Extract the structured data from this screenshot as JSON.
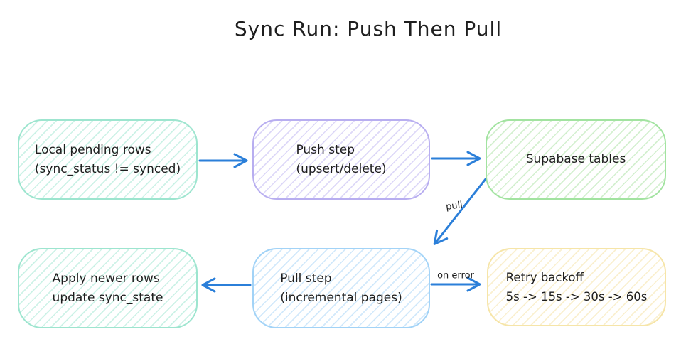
{
  "title": "Sync Run: Push Then Pull",
  "nodes": {
    "local_pending": {
      "line1": "Local pending rows",
      "line2": "(sync_status != synced)"
    },
    "push_step": {
      "line1": "Push step",
      "line2": "(upsert/delete)"
    },
    "supabase_tables": {
      "line1": "Supabase tables"
    },
    "apply_newer": {
      "line1": "Apply newer rows",
      "line2": "update sync_state"
    },
    "pull_step": {
      "line1": "Pull step",
      "line2": "(incremental pages)"
    },
    "retry_backoff": {
      "line1": "Retry backoff",
      "line2": "5s -> 15s -> 30s -> 60s"
    }
  },
  "edges": [
    {
      "from": "local_pending",
      "to": "push_step",
      "label": ""
    },
    {
      "from": "push_step",
      "to": "supabase_tables",
      "label": ""
    },
    {
      "from": "supabase_tables",
      "to": "pull_step",
      "label": "pull"
    },
    {
      "from": "pull_step",
      "to": "apply_newer",
      "label": ""
    },
    {
      "from": "pull_step",
      "to": "retry_backoff",
      "label": "on error"
    }
  ],
  "colors": {
    "background": "#ffffff",
    "text": "#1e1e1e",
    "arrow": "#2b7fd9",
    "node_teal_border": "#9de5cf",
    "node_purple_border": "#b8aef0",
    "node_green_border": "#a2e3a0",
    "node_blue_border": "#a2d3f7",
    "node_yellow_border": "#f6e5a8"
  }
}
